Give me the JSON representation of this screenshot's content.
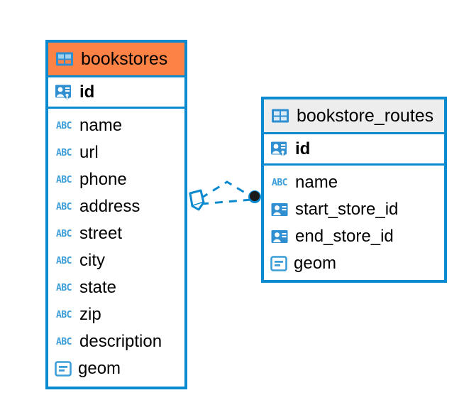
{
  "diagram": {
    "type": "entity-relationship-diagram",
    "accent_color": "#0b8ad0",
    "selected_header_color": "#fd8245",
    "header_color": "#ededed",
    "icon_color": "#3c9ed8"
  },
  "entities": [
    {
      "name": "bookstores",
      "selected": true,
      "header_icon": "table-icon",
      "primary_key": {
        "label": "id",
        "icon": "primary-key-icon"
      },
      "fields": [
        {
          "label": "name",
          "icon": "text-type-icon"
        },
        {
          "label": "url",
          "icon": "text-type-icon"
        },
        {
          "label": "phone",
          "icon": "text-type-icon"
        },
        {
          "label": "address",
          "icon": "text-type-icon"
        },
        {
          "label": "street",
          "icon": "text-type-icon"
        },
        {
          "label": "city",
          "icon": "text-type-icon"
        },
        {
          "label": "state",
          "icon": "text-type-icon"
        },
        {
          "label": "zip",
          "icon": "text-type-icon"
        },
        {
          "label": "description",
          "icon": "text-type-icon"
        },
        {
          "label": "geom",
          "icon": "geometry-type-icon"
        }
      ]
    },
    {
      "name": "bookstore_routes",
      "selected": false,
      "header_icon": "table-icon",
      "primary_key": {
        "label": "id",
        "icon": "primary-key-icon"
      },
      "fields": [
        {
          "label": "name",
          "icon": "text-type-icon"
        },
        {
          "label": "start_store_id",
          "icon": "foreign-key-icon"
        },
        {
          "label": "end_store_id",
          "icon": "foreign-key-icon"
        },
        {
          "label": "geom",
          "icon": "geometry-type-icon"
        }
      ]
    }
  ],
  "relationship": {
    "style": "dashed",
    "color": "#0b8ad0",
    "source_marker": "diamond-marker",
    "target_marker": "circle-marker"
  },
  "abc_glyph": "ABC"
}
